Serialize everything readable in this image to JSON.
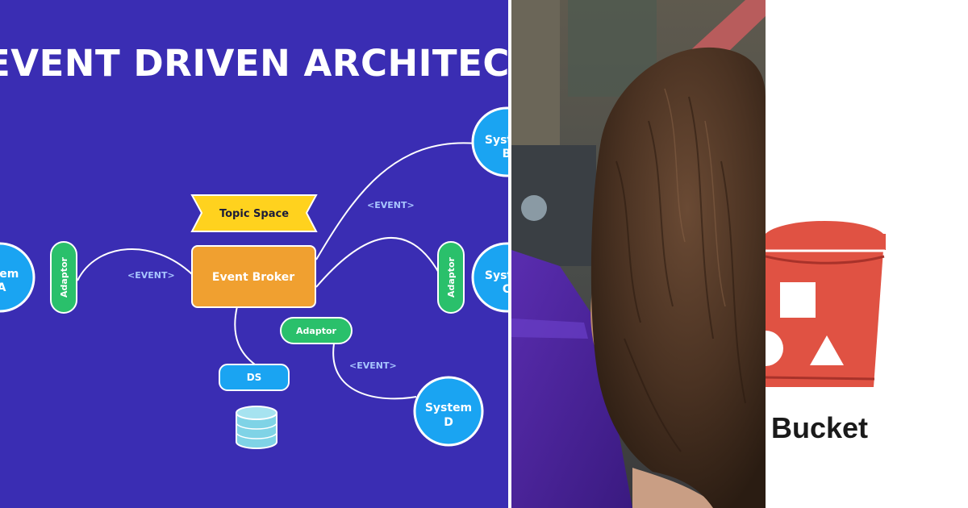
{
  "diagram": {
    "title": "EVENT DRIVEN ARCHITECTUR",
    "topic_space": "Topic Space",
    "event_broker": "Event Broker",
    "ds": "DS",
    "adaptor_left": "Adaptor",
    "adaptor_right": "Adaptor",
    "adaptor_bottom": "Adaptor",
    "event_labels": [
      "<EVENT>",
      "<EVENT>",
      "<EVENT>"
    ],
    "system_a": [
      "tem",
      "A"
    ],
    "system_b": [
      "Syst",
      "B"
    ],
    "system_c": [
      "Syst",
      "C"
    ],
    "system_d": [
      "System",
      "D"
    ],
    "colors": {
      "background": "#3a2db3",
      "broker": "#f0a030",
      "topic_ribbon": "#ffd21e",
      "adaptor": "#2ac06b",
      "system": "#1aa4f2",
      "database": "#7fd3e6"
    }
  },
  "bucket": {
    "caption": "Bucket",
    "color": "#e05243"
  }
}
